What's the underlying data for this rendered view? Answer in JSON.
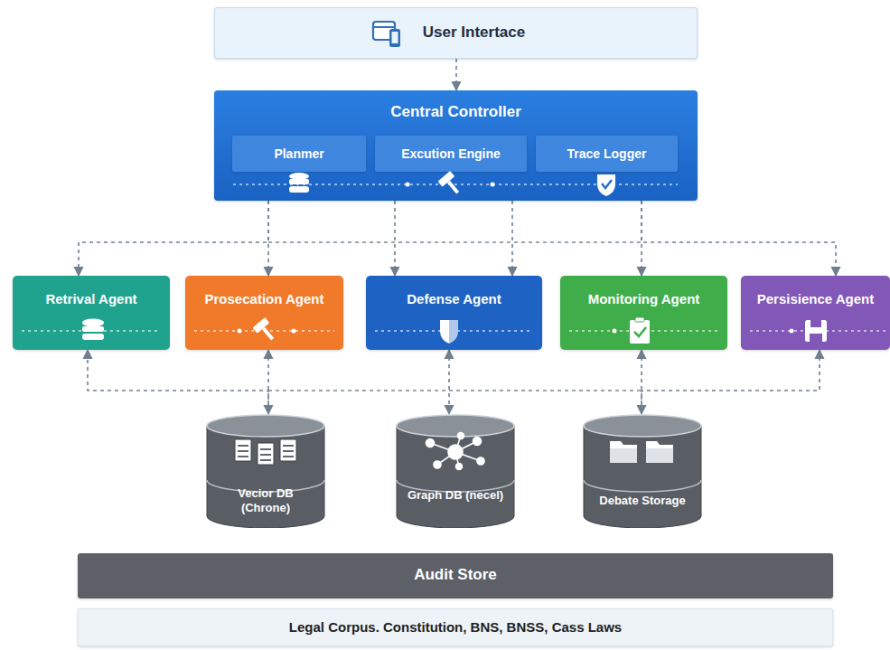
{
  "diagram": {
    "nodes": [
      {
        "text": [
          "User Intertace"
        ]
      },
      {
        "text": [
          "Central Controller"
        ]
      },
      {
        "text": [
          "Planmer"
        ],
        "in": 1
      },
      {
        "text": [
          "Excution Engine"
        ],
        "in": 1
      },
      {
        "text": [
          "Trace Logger"
        ],
        "in": 1
      },
      {
        "text": [
          "Retrival Agent"
        ]
      },
      {
        "text": [
          "Prosecation Agent"
        ]
      },
      {
        "text": [
          "Defense Agent"
        ]
      },
      {
        "text": [
          "Monitoring Agent"
        ]
      },
      {
        "text": [
          "Persisience Agent"
        ]
      },
      {
        "text": [
          "Vecior DB (Chrone)"
        ]
      },
      {
        "text": [
          "Graph DB (necel)"
        ]
      },
      {
        "text": [
          "Debate Storage"
        ]
      },
      {
        "text": [
          "Audit Store"
        ]
      },
      {
        "text": [
          "Legal Corpus. Constitution, BNS, BNSS, Cass Laws"
        ]
      }
    ],
    "edges": [
      {
        "from": 0,
        "to": 1,
        "arrow": "to"
      },
      {
        "from": 1,
        "to": 5,
        "arrow": "to"
      },
      {
        "from": 1,
        "to": 6,
        "arrow": "to"
      },
      {
        "from": 1,
        "to": 7,
        "arrow": "to"
      },
      {
        "from": 1,
        "to": 7,
        "arrow": "to"
      },
      {
        "from": 1,
        "to": 8,
        "arrow": "to"
      },
      {
        "from": 1,
        "to": 9,
        "arrow": "to"
      },
      {
        "from": 6,
        "to": 10,
        "arrow": "both"
      },
      {
        "from": 7,
        "to": 11,
        "arrow": "both"
      },
      {
        "from": 8,
        "to": 12,
        "arrow": "both"
      },
      {
        "from": 10,
        "to": 5,
        "arrow": "to"
      },
      {
        "from": 12,
        "to": 9,
        "arrow": "to"
      }
    ]
  }
}
